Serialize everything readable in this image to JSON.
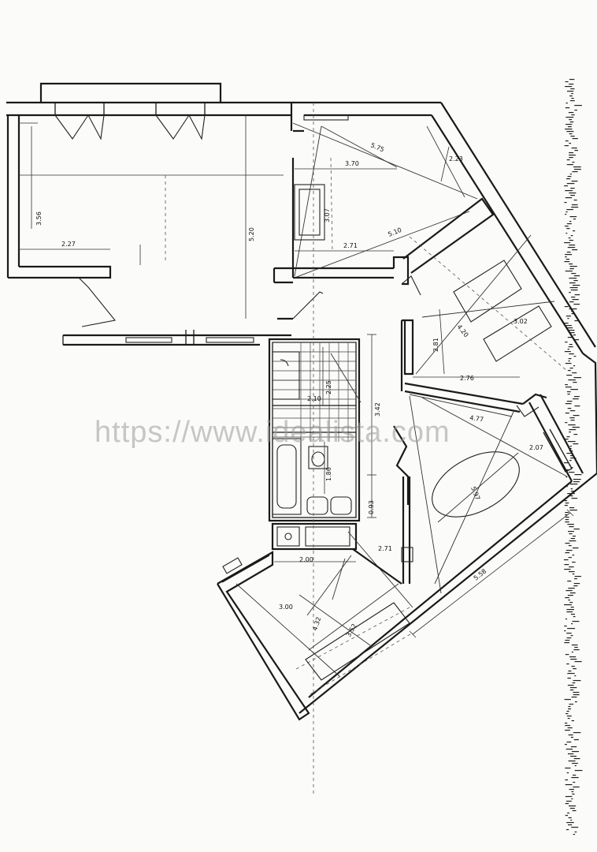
{
  "watermark": "https://www.idealista.com",
  "dimensions": [
    {
      "id": "living-width",
      "text": "2.27"
    },
    {
      "id": "living-height",
      "text": "3.56"
    },
    {
      "id": "living-length",
      "text": "5.20"
    },
    {
      "id": "bed1-diag",
      "text": "5.75"
    },
    {
      "id": "bed1-width",
      "text": "3.70"
    },
    {
      "id": "bed1-side",
      "text": "2.23"
    },
    {
      "id": "bed1-wardrobe",
      "text": "3.07"
    },
    {
      "id": "bed1-diag2",
      "text": "5.10"
    },
    {
      "id": "bed1-bottom",
      "text": "2.71"
    },
    {
      "id": "bed2-diag",
      "text": "4.20"
    },
    {
      "id": "bed2-long",
      "text": "3.02"
    },
    {
      "id": "bed2-short",
      "text": "2.81"
    },
    {
      "id": "bed2-bottom",
      "text": "2.76"
    },
    {
      "id": "bath1-width",
      "text": "2.10"
    },
    {
      "id": "bath1-height",
      "text": "2.25"
    },
    {
      "id": "hall-height",
      "text": "3.42"
    },
    {
      "id": "bath2-height",
      "text": "1.86"
    },
    {
      "id": "hall-narrow",
      "text": "0.93"
    },
    {
      "id": "room3-top",
      "text": "4.77"
    },
    {
      "id": "room3-side",
      "text": "2.07"
    },
    {
      "id": "room3-diag",
      "text": "5.97"
    },
    {
      "id": "room3-bottom",
      "text": "5.58"
    },
    {
      "id": "kitchen-diag",
      "text": "2.71"
    },
    {
      "id": "kitchen-width",
      "text": "2.00"
    },
    {
      "id": "room4-width",
      "text": "3.00"
    },
    {
      "id": "room4-diag",
      "text": "4.32"
    },
    {
      "id": "room4-diag2",
      "text": "3.52"
    }
  ]
}
